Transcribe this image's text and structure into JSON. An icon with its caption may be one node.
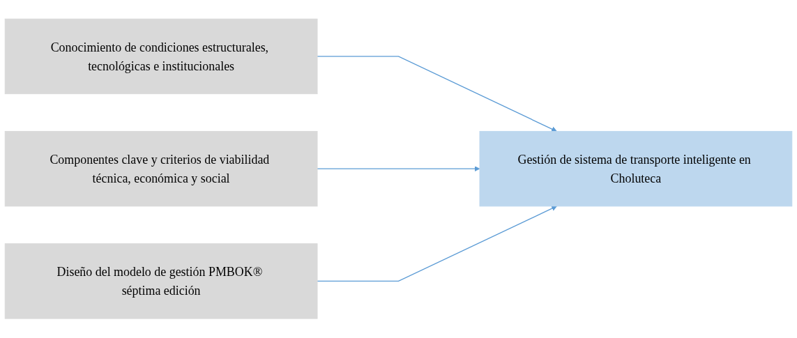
{
  "diagram": {
    "nodes": [
      {
        "text": [
          "Conocimiento de condiciones estructurales, tecnológicas e institucionales"
        ]
      },
      {
        "text": [
          "Componentes clave y criterios de viabilidad técnica, económica y social"
        ]
      },
      {
        "text": [
          "Diseño del modelo de gestión PMBOK® séptima edición"
        ]
      },
      {
        "text": [
          "Gestión de sistema de transporte inteligente en Choluteca"
        ]
      }
    ],
    "edges": [
      {
        "from": 0,
        "to": 3,
        "arrow": "to"
      },
      {
        "from": 1,
        "to": 3,
        "arrow": "to"
      },
      {
        "from": 2,
        "to": 3,
        "arrow": "to"
      }
    ]
  }
}
